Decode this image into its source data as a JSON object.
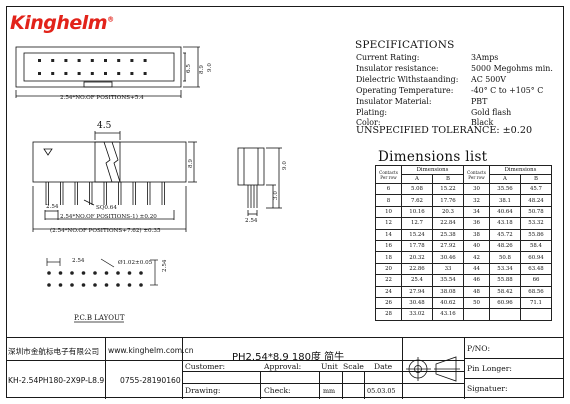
{
  "brand": {
    "name": "Kinghelm",
    "mark": "®"
  },
  "drawing": {
    "front_top_width": "2.54*NO.OF POSITIONS+5.4",
    "height1": "6.5",
    "height2": "8.9",
    "height3": "9.0",
    "top_offset": "4.5",
    "side_height": "8.9",
    "pin_square": "SQ0.64",
    "pitch": "2.54",
    "pitch_total": "2.54*NO.OF POSITIONS-1) ±0.20",
    "body_total": "(2.54*NO.OF POSITIONS+7.62) ±0.35",
    "side_h_total": "9.0",
    "side_pin_len": "3.0",
    "side_pitch": "2.54",
    "pcb_pitch": "2.54",
    "pcb_hole": "Ø1.02±0.05",
    "pcb_row_pitch": "2.54",
    "pcb_label": "P.C.B LAYOUT"
  },
  "specs": {
    "title": "SPECIFICATIONS",
    "rows": [
      {
        "k": "Current Rating:",
        "v": "3Amps"
      },
      {
        "k": "Insulator resistance:",
        "v": "5000 Megohms min."
      },
      {
        "k": "Dielectric Withstaanding:",
        "v": "AC 500V"
      },
      {
        "k": "Operating Temperature:",
        "v": "-40° C to +105° C"
      },
      {
        "k": "Insulator Material:",
        "v": "PBT"
      },
      {
        "k": "Plating:",
        "v": "Gold flash"
      },
      {
        "k": "Color:",
        "v": "Black"
      }
    ],
    "tolerance": "UNSPECIFIED TOLERANCE: ±0.20"
  },
  "dimensions": {
    "title": "Dimensions list",
    "head_contacts": "Contacts Per row",
    "head_dimensions": "Dimensions",
    "head_a": "A",
    "head_b": "B",
    "left": [
      [
        "6",
        "5.08",
        "15.22"
      ],
      [
        "8",
        "7.62",
        "17.76"
      ],
      [
        "10",
        "10.16",
        "20.3"
      ],
      [
        "12",
        "12.7",
        "22.84"
      ],
      [
        "14",
        "15.24",
        "25.38"
      ],
      [
        "16",
        "17.78",
        "27.92"
      ],
      [
        "18",
        "20.32",
        "30.46"
      ],
      [
        "20",
        "22.86",
        "33"
      ],
      [
        "22",
        "25.4",
        "35.54"
      ],
      [
        "24",
        "27.94",
        "38.08"
      ],
      [
        "26",
        "30.48",
        "40.62"
      ],
      [
        "28",
        "33.02",
        "43.16"
      ]
    ],
    "right": [
      [
        "30",
        "35.56",
        "45.7"
      ],
      [
        "32",
        "38.1",
        "48.24"
      ],
      [
        "34",
        "40.64",
        "50.78"
      ],
      [
        "36",
        "43.18",
        "53.32"
      ],
      [
        "38",
        "45.72",
        "55.86"
      ],
      [
        "40",
        "48.26",
        "58.4"
      ],
      [
        "42",
        "50.8",
        "60.94"
      ],
      [
        "44",
        "53.34",
        "63.48"
      ],
      [
        "46",
        "55.88",
        "66"
      ],
      [
        "48",
        "58.42",
        "68.56"
      ],
      [
        "50",
        "60.96",
        "71.1"
      ],
      [
        "",
        "",
        ""
      ]
    ]
  },
  "title_block": {
    "company": "深圳市金航标电子有限公司",
    "website": "www.kinghelm.com.cn",
    "part_desc": "PH2.54*8.9    180度    简牛",
    "part_no": "KH-2.54PH180-2X9P-L8.9",
    "phone": "0755-28190160",
    "customer": "Customer:",
    "approval": "Approval:",
    "unit": "Unit",
    "scale": "Scale",
    "date": "Date",
    "drawing": "Drawing:",
    "check": "Check:",
    "unit_val": "mm",
    "date_val": "05.03.05",
    "pno": "P/NO:",
    "pin_longer": "Pin Longer:",
    "signature": "Signatuer:"
  }
}
